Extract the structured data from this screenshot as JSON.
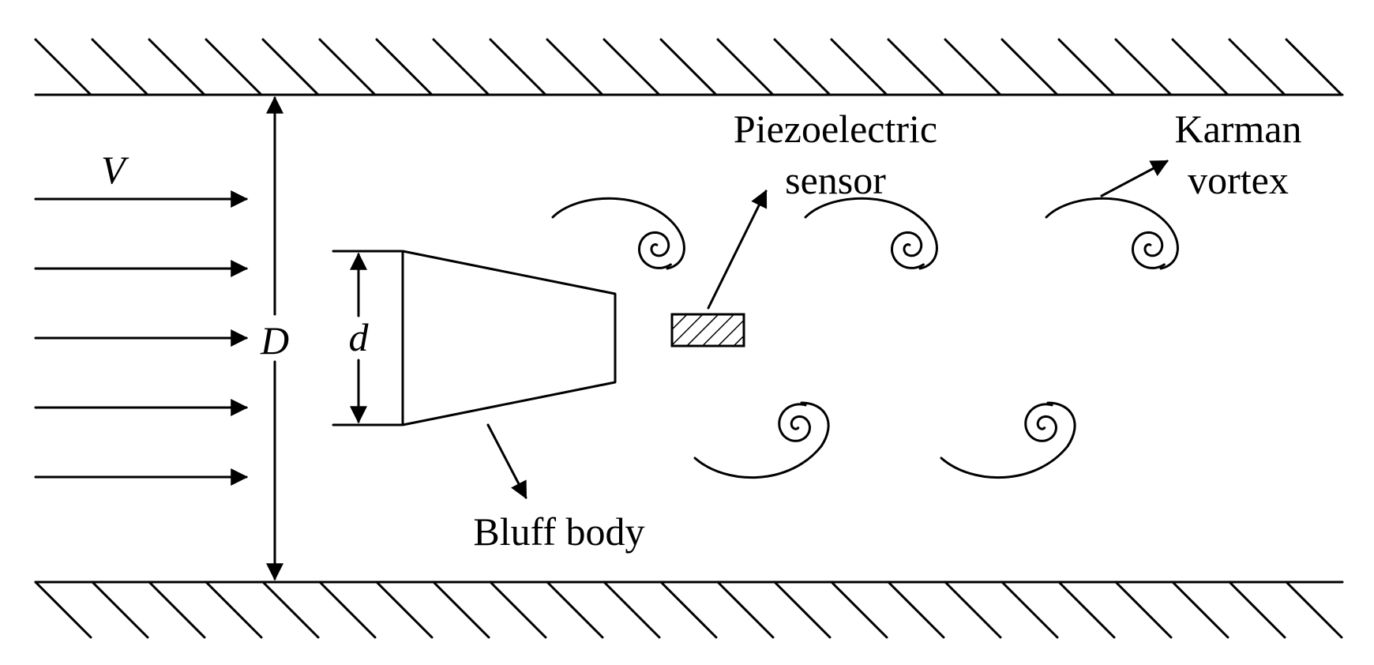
{
  "labels": {
    "velocity": "V",
    "duct_height": "D",
    "body_width": "d",
    "sensor_line1": "Piezoelectric",
    "sensor_line2": "sensor",
    "vortex_line1": "Karman",
    "vortex_line2": "vortex",
    "bluff_body": "Bluff body"
  },
  "colors": {
    "stroke": "#000000",
    "background": "#ffffff"
  }
}
